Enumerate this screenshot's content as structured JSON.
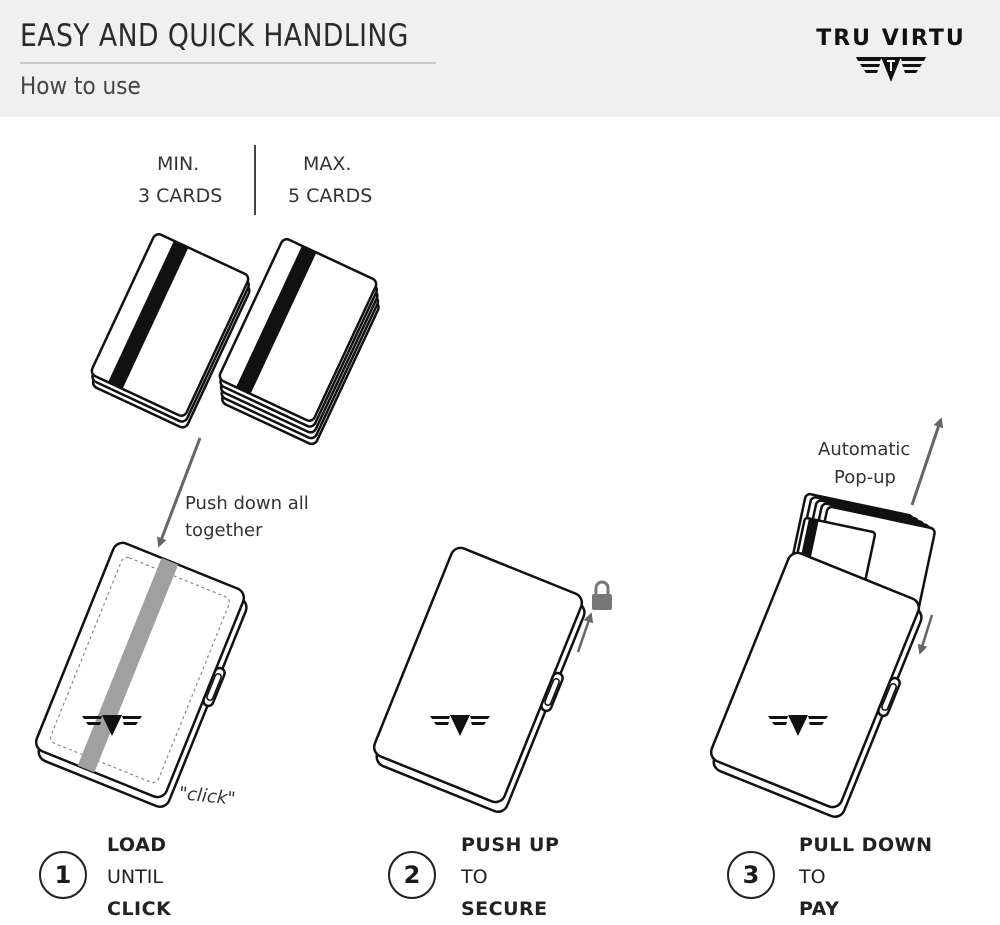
{
  "header": {
    "title": "EASY AND QUICK HANDLING",
    "subtitle": "How to use",
    "brand": "TRU VIRTU"
  },
  "card_limits": {
    "min_label": "MIN.",
    "min_value": "3 CARDS",
    "max_label": "MAX.",
    "max_value": "5 CARDS"
  },
  "annotations": {
    "push_down_line1": "Push down all",
    "push_down_line2": "together",
    "click": "\"click\"",
    "popup_line1": "Automatic",
    "popup_line2": "Pop-up"
  },
  "steps": [
    {
      "number": "1",
      "line1": "LOAD",
      "line2": "UNTIL",
      "line3": "CLICK"
    },
    {
      "number": "2",
      "line1": "PUSH UP",
      "line2": "TO",
      "line3": "SECURE"
    },
    {
      "number": "3",
      "line1": "PULL DOWN",
      "line2": "TO",
      "line3": "PAY"
    }
  ],
  "colors": {
    "header_bg": "#f0f0f0",
    "line": "#111111",
    "stripe_gray": "#a0a0a0",
    "arrow": "#666666"
  }
}
